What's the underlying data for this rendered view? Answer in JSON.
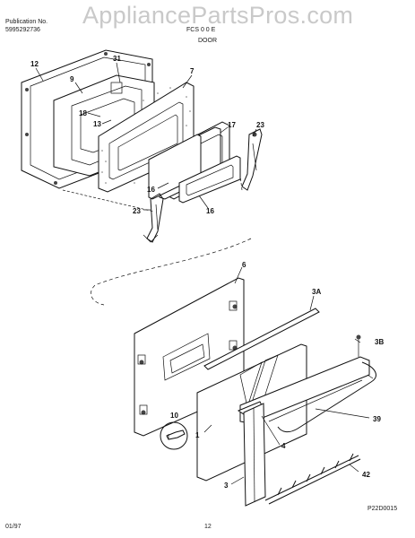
{
  "header": {
    "publication_label": "Publication No.",
    "publication_number": "5995292736",
    "model": "FCS 0 0 E",
    "section_title": "DOOR",
    "watermark": "AppliancePartsPros.com"
  },
  "callouts": {
    "c12": "12",
    "c9": "9",
    "c31": "31",
    "c7": "7",
    "c18": "18",
    "c13": "13",
    "c17": "17",
    "c23a": "23",
    "c16a": "16",
    "c16b": "16",
    "c23b": "23",
    "c6": "6",
    "c3A": "3A",
    "c3B": "3B",
    "c10": "10",
    "c1": "1",
    "c4": "4",
    "c39": "39",
    "c42": "42",
    "c3": "3"
  },
  "footer": {
    "date": "01/97",
    "page": "12",
    "diagram_code": "P22D0015"
  }
}
